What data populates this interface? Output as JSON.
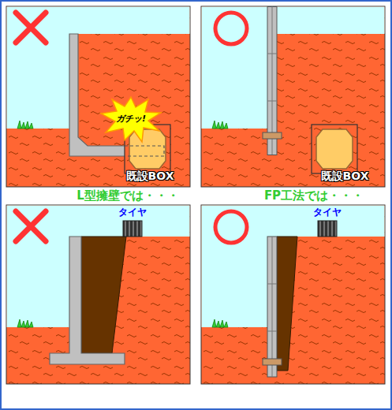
{
  "diagram": {
    "labels": [
      "ガチッ!",
      "既設BOX",
      "既設BOX",
      "L型擁壁では・・・",
      "FP工法では・・・",
      "タイヤ",
      "タイヤ"
    ]
  }
}
